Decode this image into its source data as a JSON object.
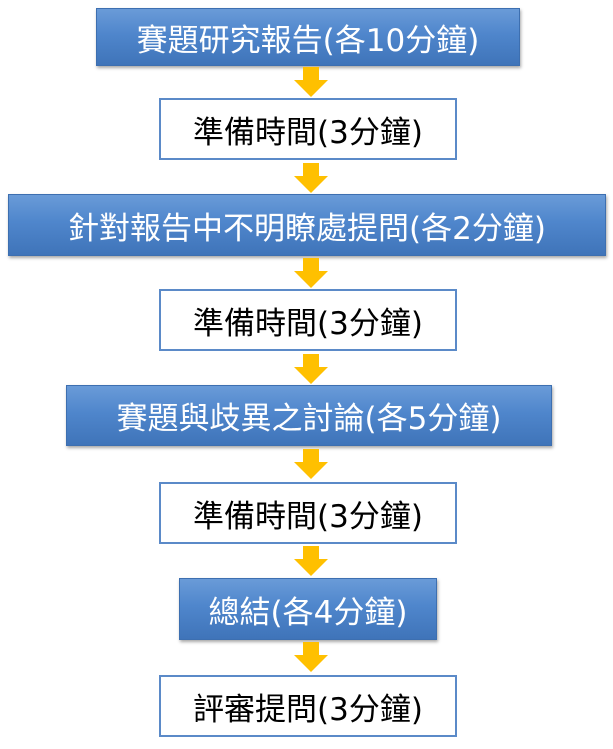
{
  "steps": [
    {
      "label": "賽題研究報告(各10分鐘)",
      "style": "blue"
    },
    {
      "label": "準備時間(3分鐘)",
      "style": "white"
    },
    {
      "label": "針對報告中不明瞭處提問(各2分鐘)",
      "style": "blue"
    },
    {
      "label": "準備時間(3分鐘)",
      "style": "white"
    },
    {
      "label": "賽題與歧異之討論(各5分鐘)",
      "style": "blue"
    },
    {
      "label": "準備時間(3分鐘)",
      "style": "white"
    },
    {
      "label": "總結(各4分鐘)",
      "style": "blue"
    },
    {
      "label": "評審提問(3分鐘)",
      "style": "white"
    }
  ],
  "colors": {
    "step_blue": "#4f86cc",
    "step_border": "#5b8ac8",
    "arrow": "#ffc000"
  },
  "icons": {
    "connector": "down-arrow-icon"
  }
}
